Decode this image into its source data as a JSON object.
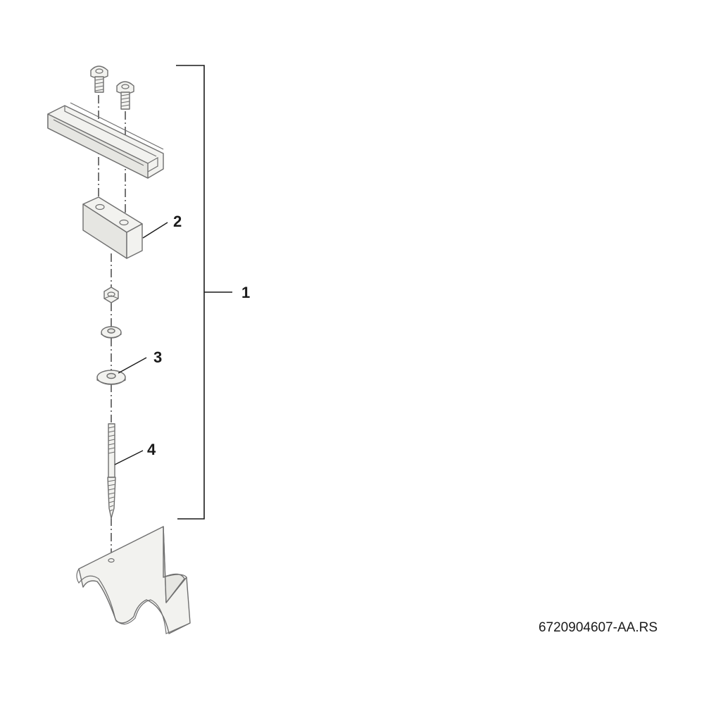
{
  "callouts": {
    "assembly": "1",
    "block": "2",
    "washer": "3",
    "hanger_bolt": "4"
  },
  "document_reference": "6720904607-AA.RS"
}
